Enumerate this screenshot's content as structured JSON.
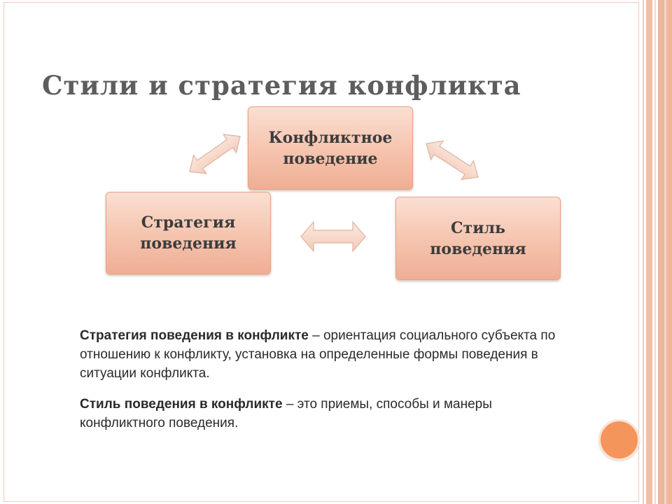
{
  "title": "Стили и стратегия конфликта",
  "diagram": {
    "top_box": "Конфликтное\nповедение",
    "left_box": "Стратегия\nповедения",
    "right_box": "Стиль\nповедения"
  },
  "definitions": [
    {
      "term": "Стратегия поведения в конфликте",
      "text": " – ориентация социального субъекта по отношению к конфликту, установка на определенные формы поведения в ситуации конфликта."
    },
    {
      "term": "Стиль поведения в конфликте",
      "text": " – это приемы, способы и манеры конфликтного поведения."
    }
  ],
  "colors": {
    "box_fill": "#f5c3ad",
    "arrow_fill": "#f9dccd",
    "accent_circle": "#f4955c",
    "title_text": "#5d5d5d"
  },
  "icons": {
    "arrows": "double-headed-arrow-icon",
    "decoration": "orange-circle"
  }
}
